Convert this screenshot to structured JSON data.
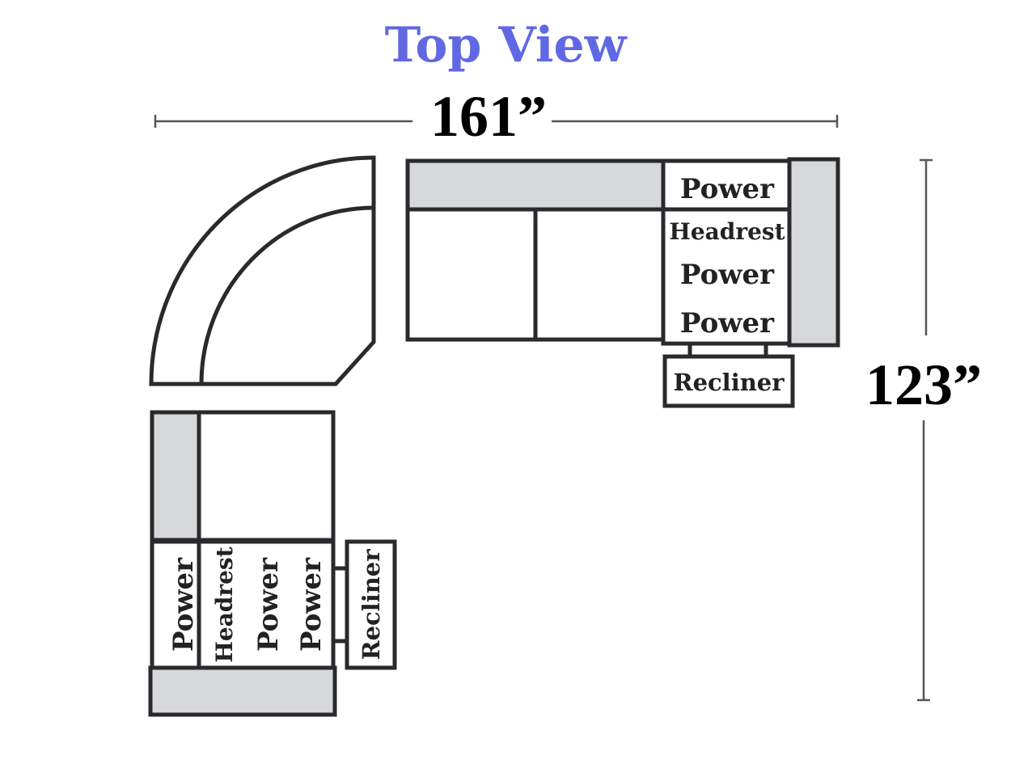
{
  "title": "Top View",
  "dimensions": {
    "width": "161”",
    "depth": "123”"
  },
  "right_section": {
    "labels": [
      "Power",
      "Headrest",
      "Power",
      "Power"
    ],
    "recliner": "Recliner"
  },
  "left_section": {
    "labels": [
      "Power",
      "Headrest",
      "Power",
      "Power"
    ],
    "recliner": "Recliner"
  },
  "colors": {
    "title": "#6168e3",
    "dimension_text": "#000000",
    "outline": "#2a2a2e",
    "back_fill": "#d7d8d9",
    "seat_fill": "#ffffff"
  }
}
